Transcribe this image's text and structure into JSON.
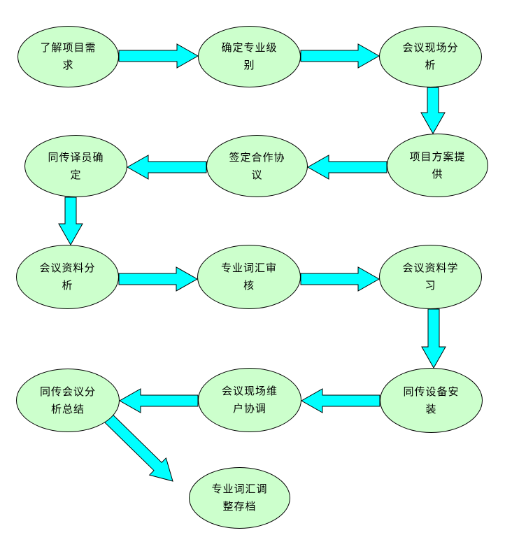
{
  "diagram": {
    "colors": {
      "node_fill": "#ccffcc",
      "node_border": "#000000",
      "arrow_fill": "#00ffff",
      "arrow_stroke": "#000000"
    },
    "nodes": {
      "n1": {
        "label": "了解项目需\n求"
      },
      "n2": {
        "label": "确定专业级\n别"
      },
      "n3": {
        "label": "会议现场分\n析"
      },
      "n4": {
        "label": "项目方案提\n供"
      },
      "n5": {
        "label": "签定合作协\n议"
      },
      "n6": {
        "label": "同传译员确\n定"
      },
      "n7": {
        "label": "会议资料分\n析"
      },
      "n8": {
        "label": "专业词汇审\n核"
      },
      "n9": {
        "label": "会议资料学\n习"
      },
      "n10": {
        "label": "同传设备安\n装"
      },
      "n11": {
        "label": "会议现场维\n户协调"
      },
      "n12": {
        "label": "同传会议分\n析总结"
      },
      "n13": {
        "label": "专业词汇调\n整存档"
      }
    },
    "edges": [
      {
        "from": "n1",
        "to": "n2"
      },
      {
        "from": "n2",
        "to": "n3"
      },
      {
        "from": "n3",
        "to": "n4"
      },
      {
        "from": "n4",
        "to": "n5"
      },
      {
        "from": "n5",
        "to": "n6"
      },
      {
        "from": "n6",
        "to": "n7"
      },
      {
        "from": "n7",
        "to": "n8"
      },
      {
        "from": "n8",
        "to": "n9"
      },
      {
        "from": "n9",
        "to": "n10"
      },
      {
        "from": "n10",
        "to": "n11"
      },
      {
        "from": "n11",
        "to": "n12"
      },
      {
        "from": "n12",
        "to": "n13"
      }
    ]
  }
}
